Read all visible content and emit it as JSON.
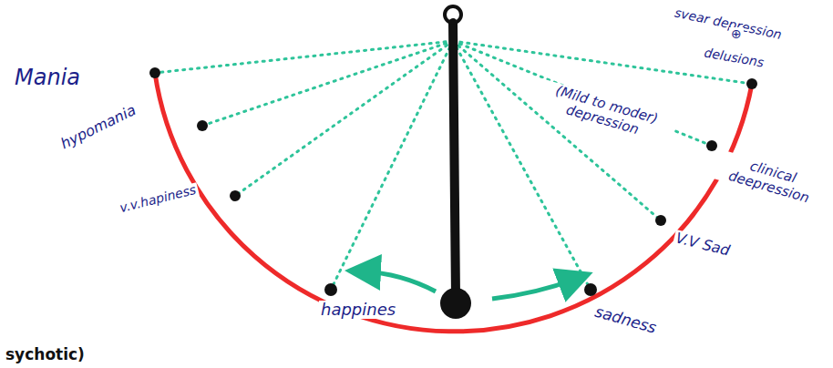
{
  "diagram": {
    "labels": [
      "Mania",
      "hypomania",
      "v.v.hapiness",
      "happines",
      "sadness",
      "V.V Sad",
      "clinical deepression",
      "(Mild to moder) depression",
      "svear depression",
      "⊕",
      "delusions",
      "sychotic)"
    ]
  }
}
